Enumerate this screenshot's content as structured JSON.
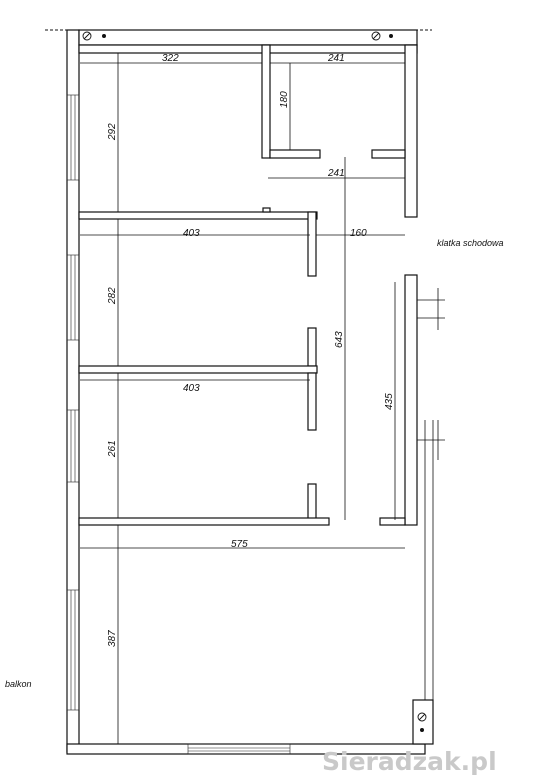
{
  "dimensions": {
    "d322": "322",
    "d241_top": "241",
    "d180": "180",
    "d292": "292",
    "d241_mid": "241",
    "d403_a": "403",
    "d160": "160",
    "d282": "282",
    "d643": "643",
    "d403_b": "403",
    "d435": "435",
    "d261": "261",
    "d575": "575",
    "d387": "387"
  },
  "labels": {
    "stairwell": "klatka schodowa",
    "balcony": "balkon"
  },
  "watermark": "Sieradzak.pl",
  "colors": {
    "line": "#111111",
    "watermark": "#c9c9c9"
  },
  "icons": [
    "vent-icon",
    "vent-icon",
    "vent-icon"
  ]
}
